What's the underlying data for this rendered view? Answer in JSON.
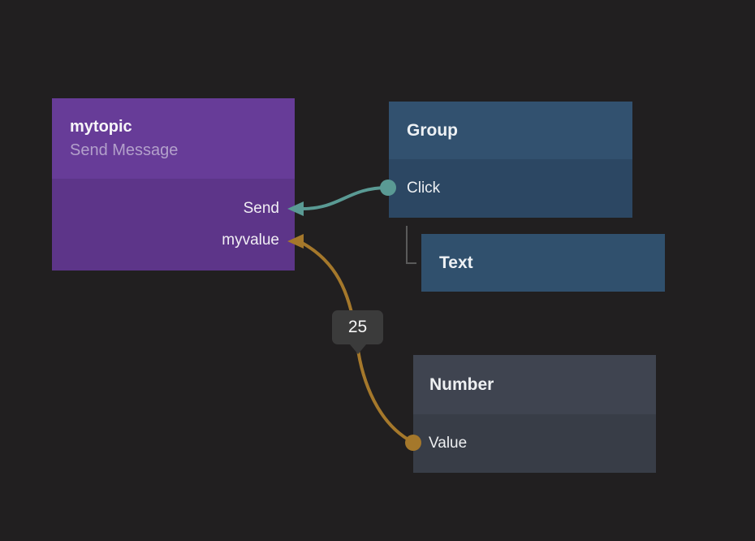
{
  "canvas": {
    "background": "#211f20"
  },
  "nodes": [
    {
      "id": "mytopic",
      "title": "mytopic",
      "subtitle": "Send Message",
      "header_color": "#673c98",
      "body_color": "#5d3589",
      "inputs": [
        {
          "label": "Send",
          "wire_color": "#5a9a94"
        },
        {
          "label": "myvalue",
          "wire_color": "#a5782b"
        }
      ]
    },
    {
      "id": "group",
      "title": "Group",
      "header_color": "#32516f",
      "body_color": "#2c4763",
      "outputs": [
        {
          "label": "Click",
          "port_color": "#5a9a94"
        }
      ]
    },
    {
      "id": "text",
      "title": "Text",
      "body_color": "#30506d",
      "child_of": "group"
    },
    {
      "id": "number",
      "title": "Number",
      "header_color": "#3f4450",
      "body_color": "#383d47",
      "outputs": [
        {
          "label": "Value",
          "port_color": "#a5782b"
        }
      ]
    }
  ],
  "wires": [
    {
      "from": "Group.Click",
      "to": "mytopic.Send",
      "color": "#5a9a94"
    },
    {
      "from": "Number.Value",
      "to": "mytopic.myvalue",
      "color": "#a5782b",
      "value_badge": "25"
    }
  ],
  "tooltip": {
    "text": "25",
    "background": "#3b3b3b"
  }
}
